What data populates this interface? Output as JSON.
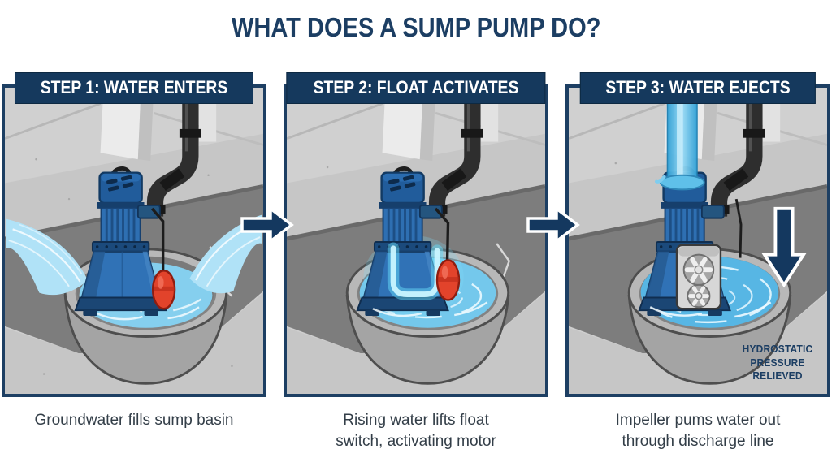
{
  "title": "WHAT DOES A SUMP PUMP DO?",
  "steps": [
    {
      "id": 1,
      "header": "STEP 1: WATER ENTERS",
      "caption": "Groundwater fills sump basin"
    },
    {
      "id": 2,
      "header": "STEP 2: FLOAT ACTIVATES",
      "caption": "Rising water lifts float switch, activating motor"
    },
    {
      "id": 3,
      "header": "STEP 3: WATER EJECTS",
      "caption": "Impeller pums water out through discharge line"
    }
  ],
  "annotations": {
    "hydrostatic": "HYDROSTATIC PRESSURE RELIEVED"
  },
  "icons": [
    {
      "name": "arrow-right-icon",
      "location": "between step 1 and step 2"
    },
    {
      "name": "arrow-right-icon",
      "location": "between step 2 and step 3"
    },
    {
      "name": "arrow-down-icon",
      "location": "step 3 panel, water level dropping"
    }
  ],
  "colors": {
    "navy": "#15395d",
    "title_text": "#1c3e63",
    "header_text": "#ffffff",
    "caption_text": "#333e48",
    "pump_blue": "#2e6fb2",
    "pump_dark_blue": "#1b4674",
    "water_blue": "#74c8ec",
    "inflow_blue": "#b0e2f7",
    "float_red": "#e2432b",
    "pipe_black": "#2e2e2e",
    "basin_gray": "#8b8b8b",
    "concrete_gray": "#cfcfcf",
    "glow_cyan": "#aeeefc"
  }
}
